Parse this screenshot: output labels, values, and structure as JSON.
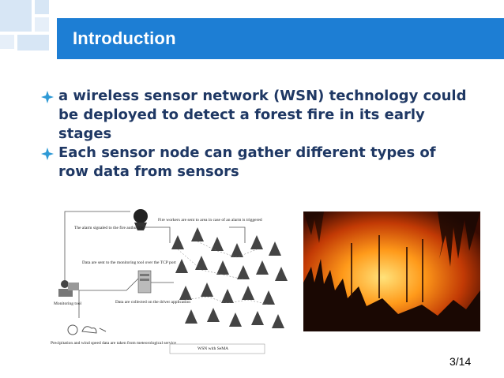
{
  "slide": {
    "title": "Introduction",
    "bullets": [
      "a wireless sensor network (WSN) technology could be deployed to detect a forest fire in its early stages",
      "Each sensor node can gather different types of row data from sensors"
    ],
    "page_number": "3/14"
  },
  "diagram": {
    "labels": {
      "alarm": "The alarm signaled to the fire authorities",
      "workers": "Fire workers are sent to area in case of an alarm is triggered",
      "data_sent": "Data are sent to the monitoring tool over the TCP port",
      "monitoring": "Monitoring tool",
      "collected": "Data are collected on the driver application",
      "weather": "Precipitation and wind speed data are taken from meteorological service",
      "wsn": "WSN with SeMA"
    }
  },
  "colors": {
    "title_bar": "#1d7ed4",
    "bullet_text": "#1f3864",
    "bullet_mark": "#2e9ad6"
  }
}
